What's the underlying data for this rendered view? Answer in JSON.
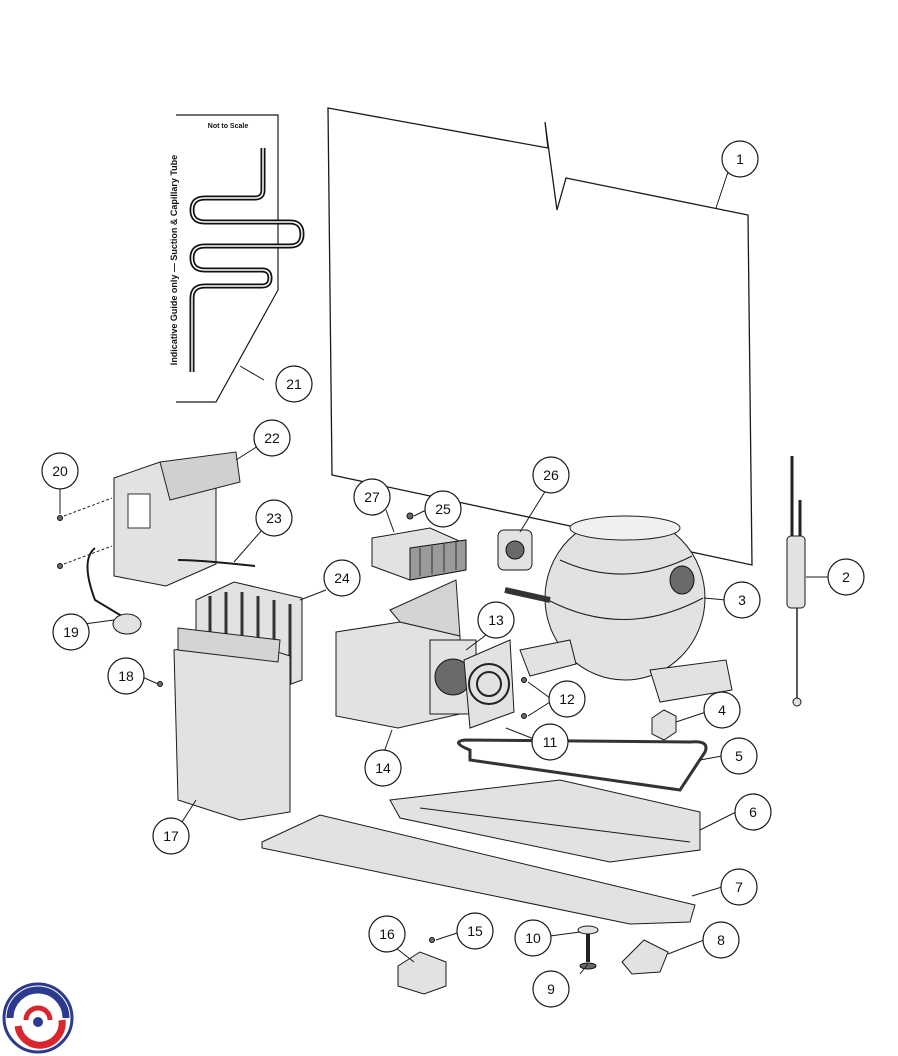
{
  "guide": {
    "not_to_scale": "Not to Scale",
    "side_label": "Indicative Guide only — Suction & Capillary Tube"
  },
  "callouts": [
    {
      "id": "callout-1",
      "label": "1"
    },
    {
      "id": "callout-2",
      "label": "2"
    },
    {
      "id": "callout-3",
      "label": "3"
    },
    {
      "id": "callout-4",
      "label": "4"
    },
    {
      "id": "callout-5",
      "label": "5"
    },
    {
      "id": "callout-6",
      "label": "6"
    },
    {
      "id": "callout-7",
      "label": "7"
    },
    {
      "id": "callout-8",
      "label": "8"
    },
    {
      "id": "callout-9",
      "label": "9"
    },
    {
      "id": "callout-10",
      "label": "10"
    },
    {
      "id": "callout-11",
      "label": "11"
    },
    {
      "id": "callout-12",
      "label": "12"
    },
    {
      "id": "callout-13",
      "label": "13"
    },
    {
      "id": "callout-14",
      "label": "14"
    },
    {
      "id": "callout-15",
      "label": "15"
    },
    {
      "id": "callout-16",
      "label": "16"
    },
    {
      "id": "callout-17",
      "label": "17"
    },
    {
      "id": "callout-18",
      "label": "18"
    },
    {
      "id": "callout-19",
      "label": "19"
    },
    {
      "id": "callout-20",
      "label": "20"
    },
    {
      "id": "callout-21",
      "label": "21"
    },
    {
      "id": "callout-22",
      "label": "22"
    },
    {
      "id": "callout-23",
      "label": "23"
    },
    {
      "id": "callout-24",
      "label": "24"
    },
    {
      "id": "callout-25",
      "label": "25"
    },
    {
      "id": "callout-26",
      "label": "26"
    },
    {
      "id": "callout-27",
      "label": "27"
    }
  ],
  "colors": {
    "logo_blue": "#2b3a8f",
    "logo_red": "#d8262e"
  }
}
